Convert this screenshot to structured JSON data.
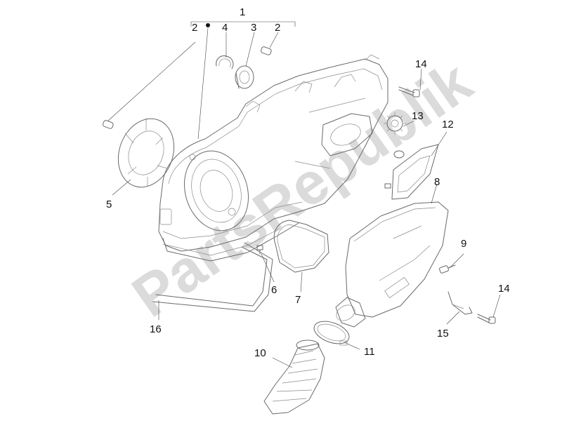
{
  "watermark": {
    "text": "PartsRepublik"
  },
  "callouts": [
    {
      "id": "c1",
      "label": "1"
    },
    {
      "id": "c2a",
      "label": "2"
    },
    {
      "id": "c4",
      "label": "4"
    },
    {
      "id": "c3",
      "label": "3"
    },
    {
      "id": "c2b",
      "label": "2"
    },
    {
      "id": "c14a",
      "label": "14"
    },
    {
      "id": "c13",
      "label": "13"
    },
    {
      "id": "c12",
      "label": "12"
    },
    {
      "id": "c5",
      "label": "5"
    },
    {
      "id": "c8",
      "label": "8"
    },
    {
      "id": "c9",
      "label": "9"
    },
    {
      "id": "c6",
      "label": "6"
    },
    {
      "id": "c7",
      "label": "7"
    },
    {
      "id": "c16",
      "label": "16"
    },
    {
      "id": "c14b",
      "label": "14"
    },
    {
      "id": "c15",
      "label": "15"
    },
    {
      "id": "c10",
      "label": "10"
    },
    {
      "id": "c11",
      "label": "11"
    }
  ]
}
